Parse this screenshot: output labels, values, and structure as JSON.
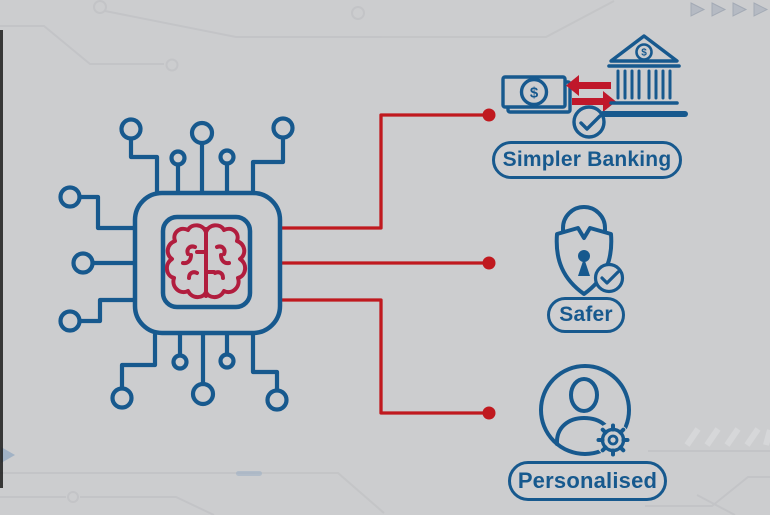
{
  "scene": {
    "background_color": "#cccdcf",
    "accent_blue": "#17598e",
    "accent_crimson": "#b11d3e",
    "accent_red": "#c0191f"
  },
  "hub": {
    "icon": "ai-brain-chip-icon"
  },
  "benefits": [
    {
      "id": "simpler-banking",
      "label": "Simpler Banking",
      "icon": "bank-money-transfer-icon"
    },
    {
      "id": "safer",
      "label": "Safer",
      "icon": "shield-lock-check-icon"
    },
    {
      "id": "personalised",
      "label": "Personalised",
      "icon": "person-gear-icon"
    }
  ],
  "symbols": {
    "dollar": "$"
  }
}
